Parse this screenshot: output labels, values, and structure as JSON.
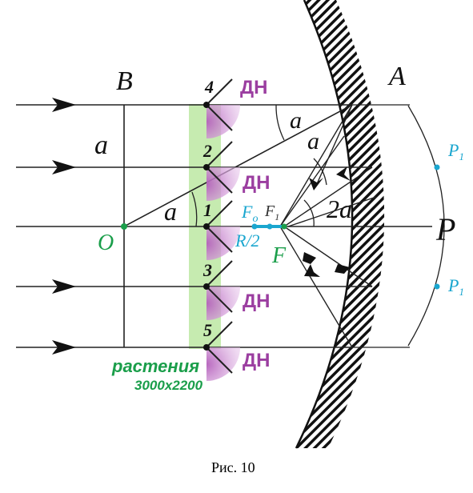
{
  "labels": {
    "B": "B",
    "A": "A",
    "a_left": "a",
    "a_upper1": "a",
    "a_upper2": "a",
    "a_center": "a",
    "two_a": "2a",
    "O": "O",
    "P": "P",
    "P1_top": "P",
    "P1_top_sub": "1",
    "P1_bottom": "P",
    "P1_bottom_sub": "1",
    "F0": "F",
    "F0_sub": "o",
    "F1": "F",
    "F1_sub": "1",
    "R2": "R/2",
    "F": "F",
    "num1": "1",
    "num2": "2",
    "num3": "3",
    "num4": "4",
    "num5": "5",
    "dn1": "ДН",
    "dn2": "ДН",
    "dn3": "ДН",
    "dn4": "ДН",
    "plants": "растения",
    "size": "3000x2200",
    "caption": "Рис. 10"
  },
  "colors": {
    "green": "#1a9e4a",
    "purple": "#9b3ea0",
    "purple_light": "#d7a6dc",
    "cyan": "#1aa6cf",
    "band": "#c6ebb0"
  }
}
